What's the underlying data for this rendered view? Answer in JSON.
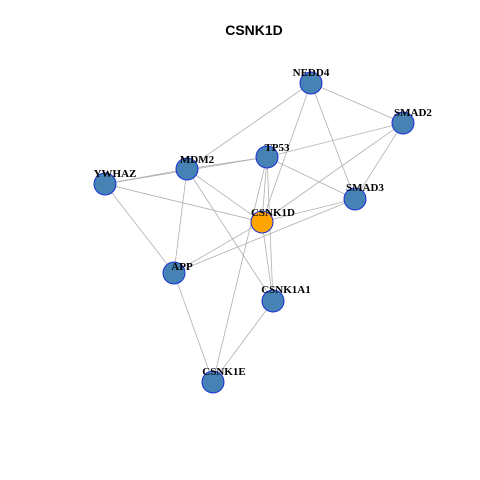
{
  "title": "CSNK1D",
  "colors": {
    "node_fill": "#4682b4",
    "node_border": "#1a2fd6",
    "hub_fill": "#ffa500",
    "edge": "#b0b0b0"
  },
  "nodes": [
    {
      "id": "NEDD4",
      "label": "NEDD4",
      "hub": false
    },
    {
      "id": "SMAD2",
      "label": "SMAD2",
      "hub": false
    },
    {
      "id": "TP53",
      "label": "TP53",
      "hub": false
    },
    {
      "id": "MDM2",
      "label": "MDM2",
      "hub": false
    },
    {
      "id": "YWHAZ",
      "label": "YWHAZ",
      "hub": false
    },
    {
      "id": "SMAD3",
      "label": "SMAD3",
      "hub": false
    },
    {
      "id": "CSNK1D",
      "label": "CSNK1D",
      "hub": true
    },
    {
      "id": "APP",
      "label": "APP",
      "hub": false
    },
    {
      "id": "CSNK1A1",
      "label": "CSNK1A1",
      "hub": false
    },
    {
      "id": "CSNK1E",
      "label": "CSNK1E",
      "hub": false
    }
  ],
  "edges": [
    [
      "NEDD4",
      "SMAD2"
    ],
    [
      "NEDD4",
      "MDM2"
    ],
    [
      "NEDD4",
      "CSNK1D"
    ],
    [
      "NEDD4",
      "SMAD3"
    ],
    [
      "SMAD2",
      "TP53"
    ],
    [
      "SMAD2",
      "SMAD3"
    ],
    [
      "SMAD2",
      "CSNK1D"
    ],
    [
      "TP53",
      "YWHAZ"
    ],
    [
      "TP53",
      "MDM2"
    ],
    [
      "TP53",
      "SMAD3"
    ],
    [
      "TP53",
      "CSNK1D"
    ],
    [
      "TP53",
      "CSNK1A1"
    ],
    [
      "TP53",
      "CSNK1E"
    ],
    [
      "MDM2",
      "YWHAZ"
    ],
    [
      "MDM2",
      "CSNK1D"
    ],
    [
      "MDM2",
      "APP"
    ],
    [
      "MDM2",
      "CSNK1A1"
    ],
    [
      "YWHAZ",
      "CSNK1D"
    ],
    [
      "YWHAZ",
      "APP"
    ],
    [
      "SMAD3",
      "CSNK1D"
    ],
    [
      "SMAD3",
      "APP"
    ],
    [
      "CSNK1D",
      "APP"
    ],
    [
      "CSNK1D",
      "CSNK1A1"
    ],
    [
      "APP",
      "CSNK1E"
    ],
    [
      "CSNK1A1",
      "CSNK1E"
    ]
  ]
}
